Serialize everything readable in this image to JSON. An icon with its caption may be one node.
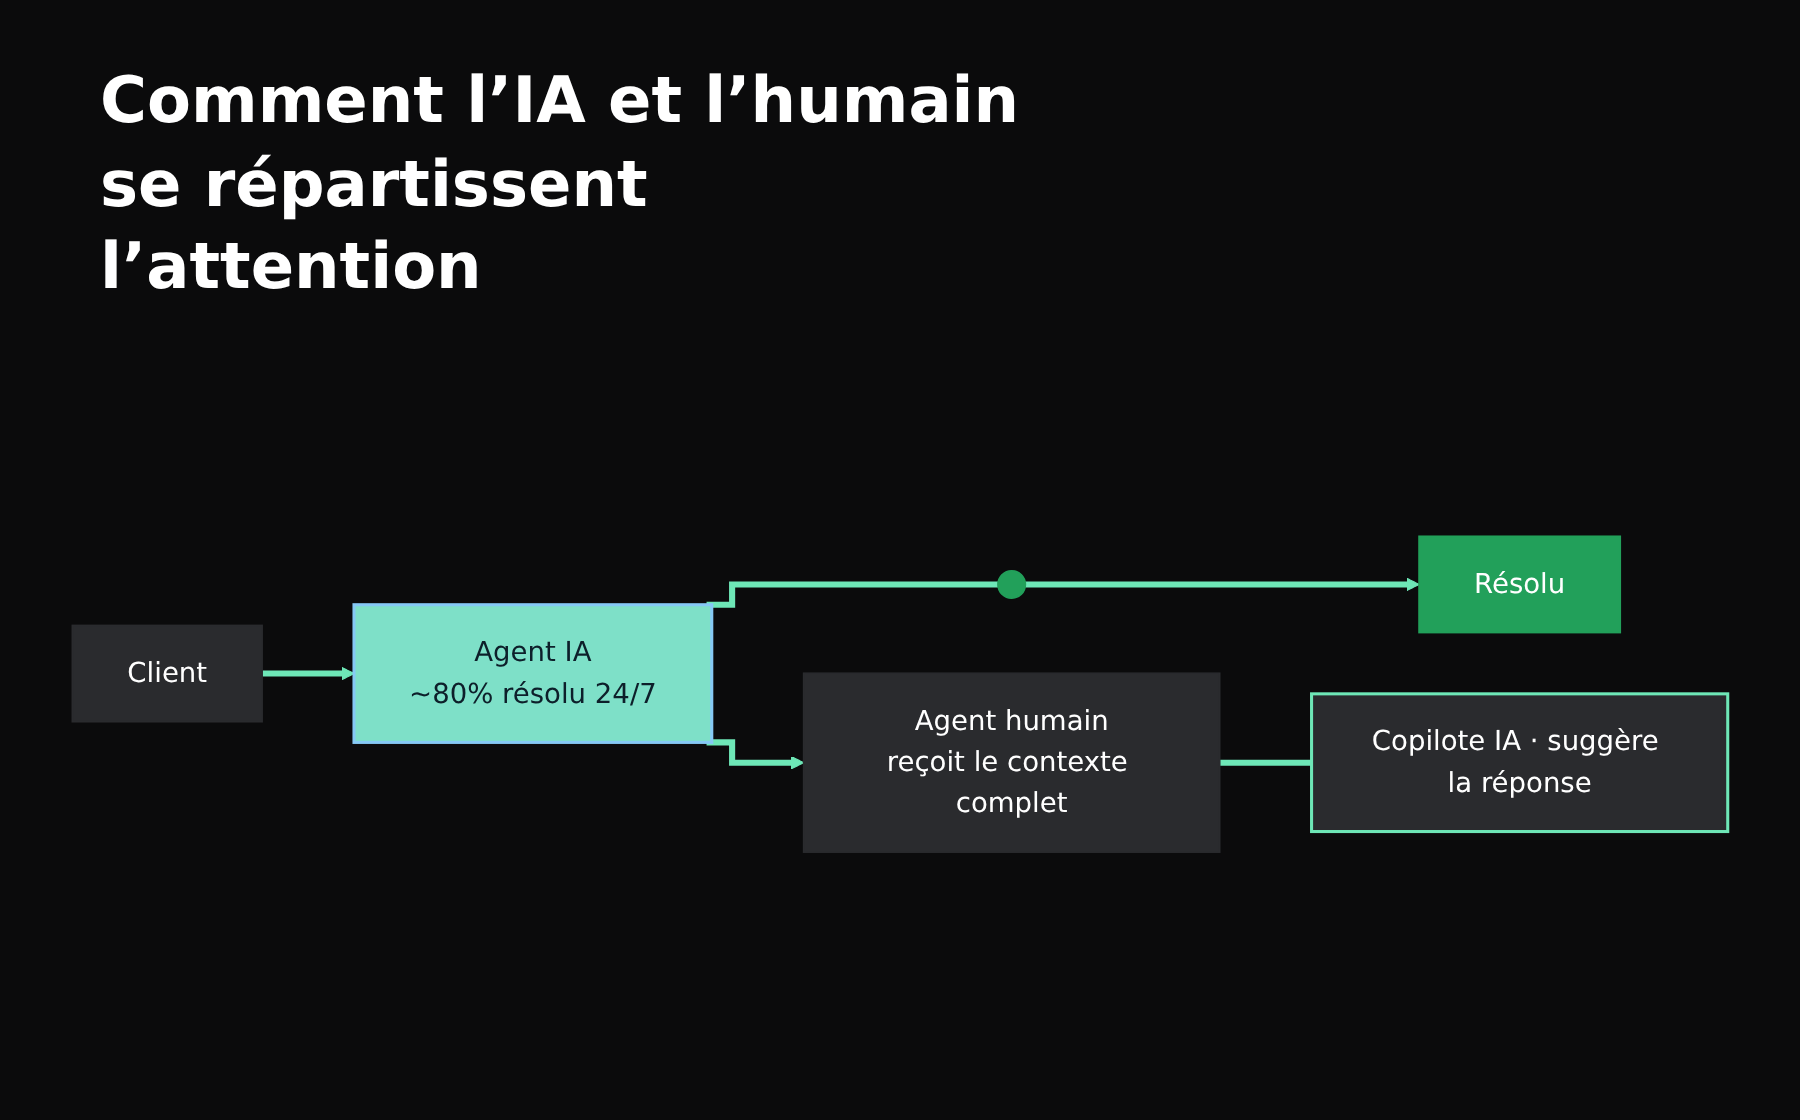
{
  "diagram": {
    "title": "Comment l’IA et l’humain se répartissent l’attention",
    "nodes": [
      {
        "text": [
          "Client"
        ]
      },
      {
        "text": [
          "Agent IA",
          "~80% résolu 24/7"
        ]
      },
      {
        "text": [],
        "shape": "circle"
      },
      {
        "text": [
          "Résolu"
        ]
      },
      {
        "text": [
          "Agent humain",
          "reçoit le contexte complet"
        ]
      },
      {
        "text": [
          "Copilote IA · suggère la réponse"
        ]
      }
    ],
    "edges": [
      {
        "from": 0,
        "to": 1,
        "arrow": "to"
      },
      {
        "from": 1,
        "to": 2,
        "arrow": "none"
      },
      {
        "from": 2,
        "to": 3,
        "arrow": "to"
      },
      {
        "from": 1,
        "to": 4,
        "arrow": "to"
      },
      {
        "from": 4,
        "to": 5,
        "arrow": "none"
      }
    ]
  }
}
